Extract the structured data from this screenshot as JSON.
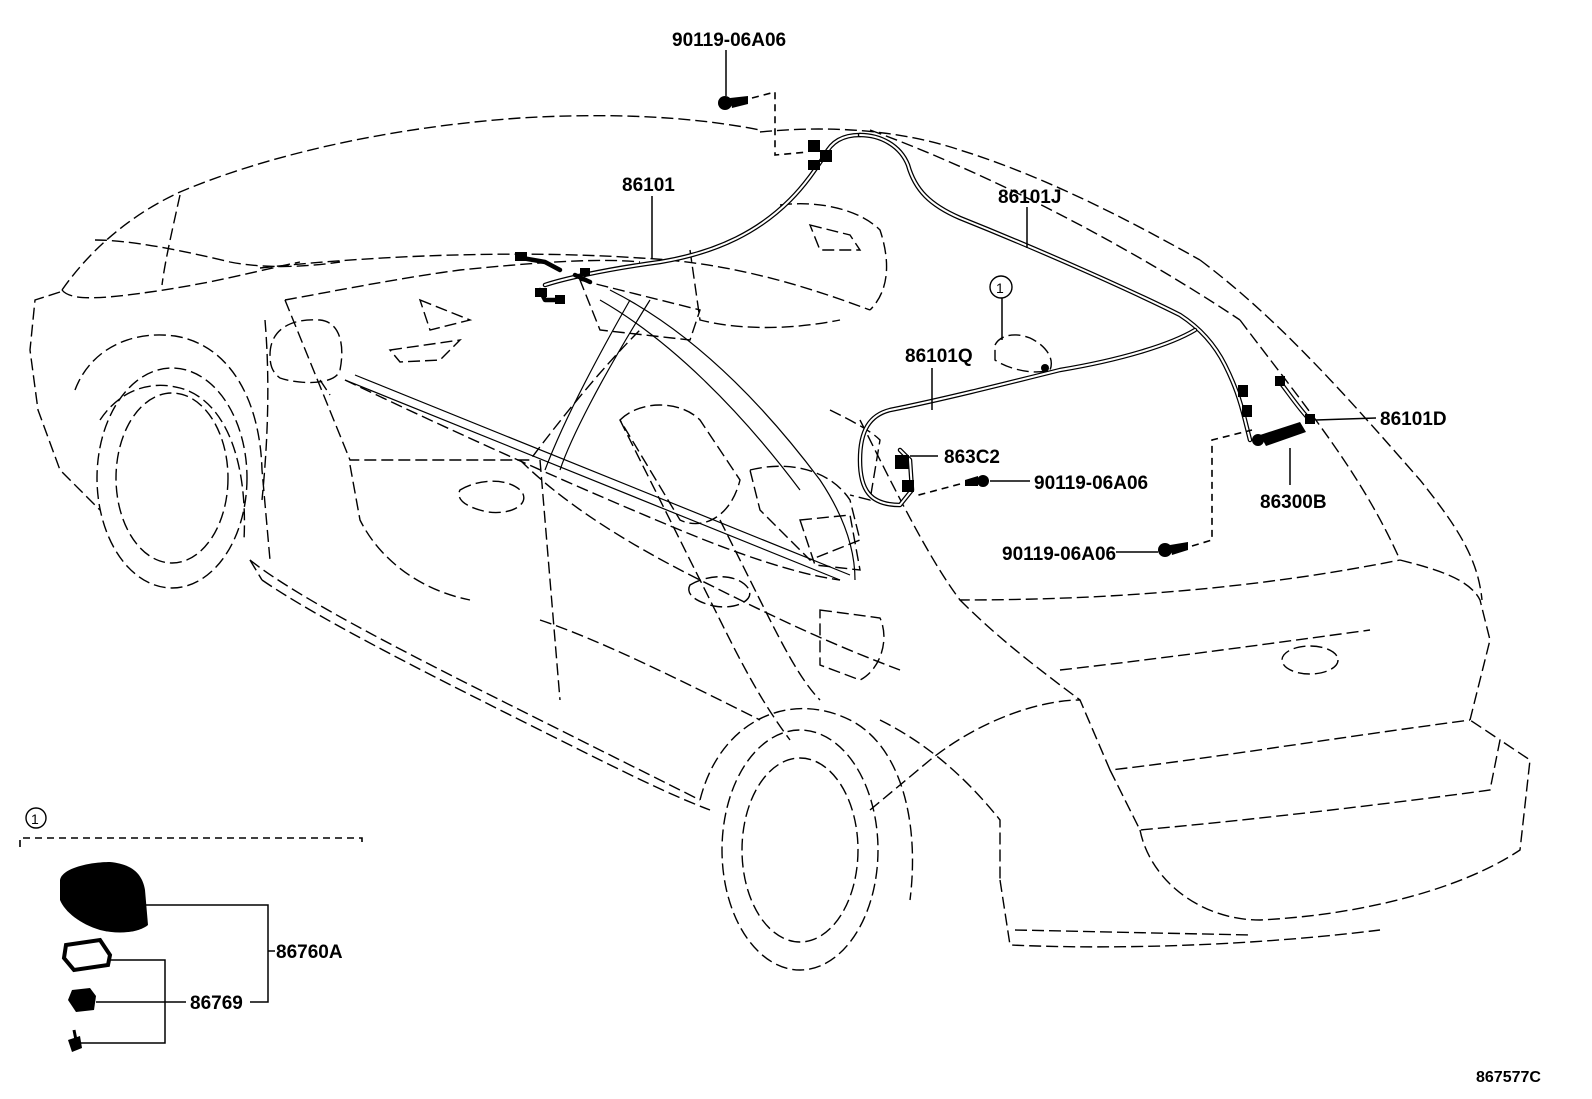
{
  "labels": {
    "bolt_top": "90119-06A06",
    "harness_main": "86101",
    "harness_j": "86101J",
    "harness_q": "86101Q",
    "harness_d": "86101D",
    "connector_c2": "863C2",
    "bolt_mid": "90119-06A06",
    "amp_b": "86300B",
    "bolt_low": "90119-06A06",
    "antenna_assy": "86760A",
    "gasket_set": "86769",
    "diagram_code": "867577C"
  },
  "callouts": {
    "ref_on_car": "1",
    "ref_detail": "1"
  }
}
